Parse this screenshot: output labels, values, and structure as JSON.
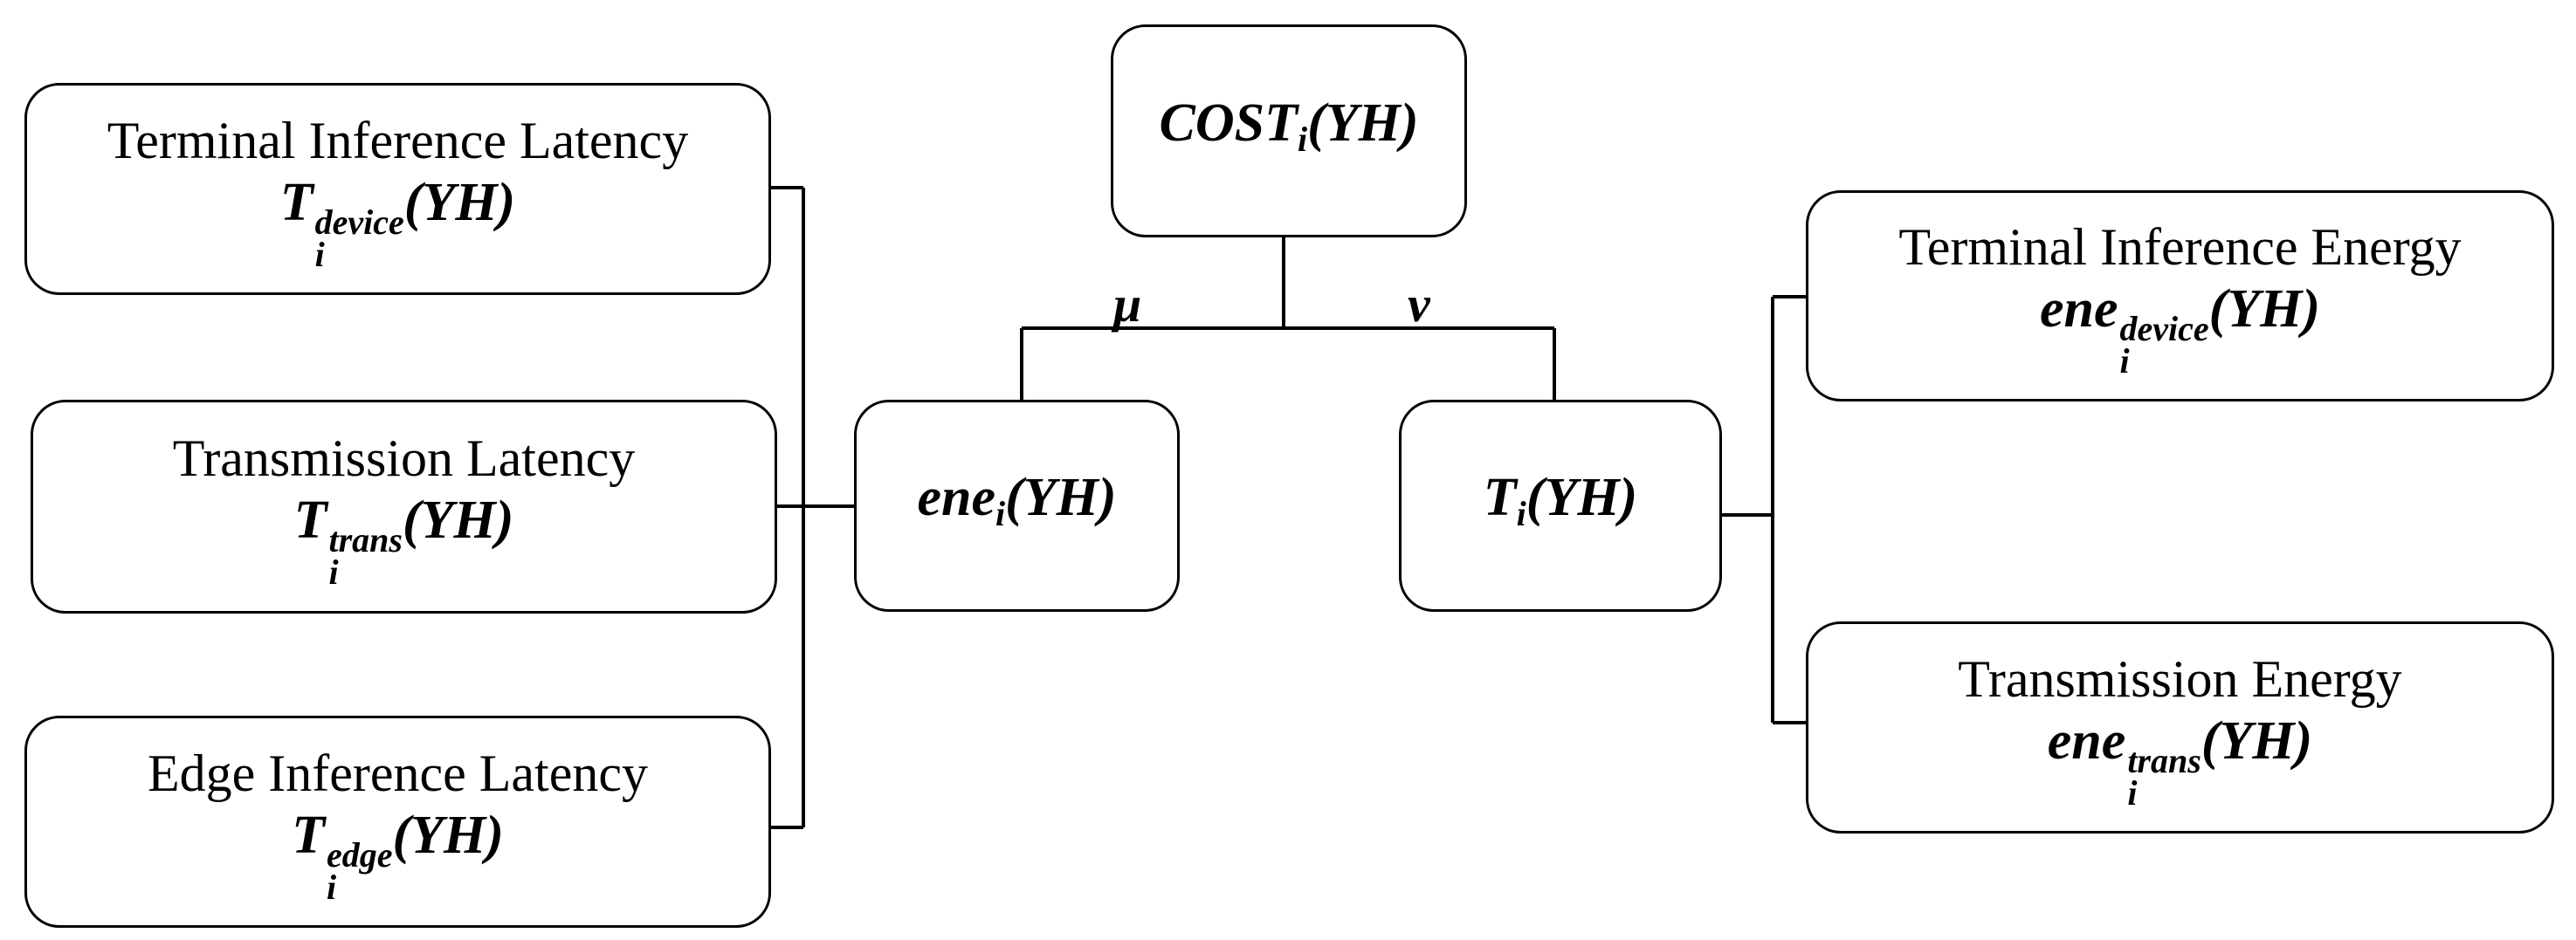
{
  "root": {
    "sym": "COST",
    "sub": "i",
    "arg": "(YH)"
  },
  "weights": {
    "left": "μ",
    "right": "ν"
  },
  "ene": {
    "sym": "ene",
    "sub": "i",
    "arg": "(YH)"
  },
  "t": {
    "sym": "T",
    "sub": "i",
    "arg": "(YH)"
  },
  "latency": [
    {
      "label": "Terminal Inference Latency",
      "sym": "T",
      "sup": "device",
      "sub": "i",
      "arg": "(YH)"
    },
    {
      "label": "Transmission Latency",
      "sym": "T",
      "sup": "trans",
      "sub": "i",
      "arg": "(YH)"
    },
    {
      "label": "Edge Inference Latency",
      "sym": "T",
      "sup": "edge",
      "sub": "i",
      "arg": "(YH)"
    }
  ],
  "energy": [
    {
      "label": "Terminal Inference Energy",
      "sym": "ene",
      "sup": "device",
      "sub": "i",
      "arg": "(YH)"
    },
    {
      "label": "Transmission Energy",
      "sym": "ene",
      "sup": "trans",
      "sub": "i",
      "arg": "(YH)"
    }
  ]
}
